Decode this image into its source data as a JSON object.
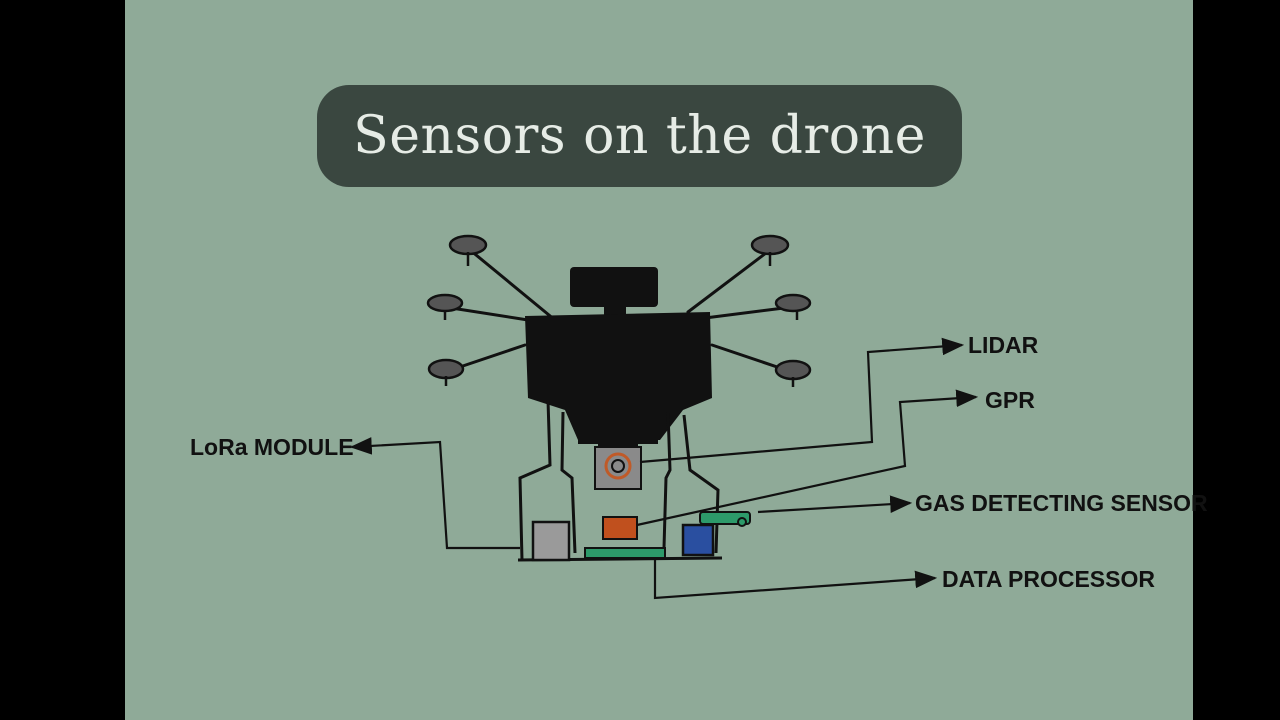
{
  "title": "Sensors on the drone",
  "labels": {
    "lidar": "LIDAR",
    "gpr": "GPR",
    "lora": "LoRa MODULE",
    "gas": "GAS DETECTING SENSOR",
    "processor": "DATA PROCESSOR"
  },
  "colors": {
    "background": "#8faa98",
    "title_pill": "#3a4740",
    "title_text": "#e6ece6",
    "drone": "#111111",
    "lora_module": "#9a9a9a",
    "gpr_sensor": "#c0501e",
    "gas_sensor": "#2d9a6a",
    "data_processor": "#2a4fa0"
  }
}
